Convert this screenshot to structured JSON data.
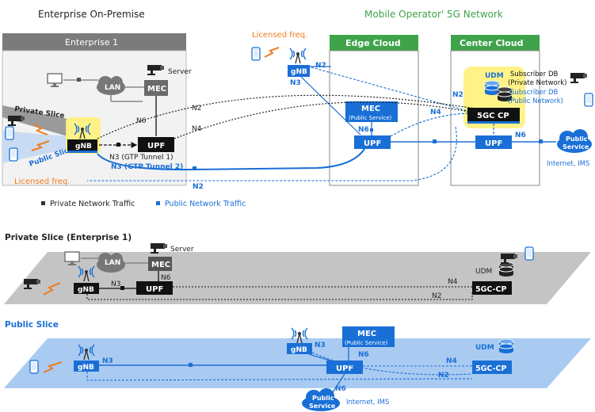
{
  "top": {
    "left_title": "Enterprise On-Premise",
    "right_title": "Mobile Operator' 5G Network",
    "enterprise_label": "Enterprise 1",
    "edge_cloud": "Edge Cloud",
    "center_cloud": "Center Cloud",
    "licensed_freq_top": "Licensed freq.",
    "licensed_freq_left": "Licensed freq.",
    "private_slice": "Private Slice",
    "public_slice": "Public Slice",
    "lan": "LAN",
    "mec": "MEC",
    "server": "Server",
    "upf": "UPF",
    "gnb": "gNB",
    "n2": "N2",
    "n3": "N3",
    "n4": "N4",
    "n6": "N6",
    "n3_tunnel1": "N3 (GTP Tunnel 1)",
    "n3_tunnel2": "N3 (GTP Tunnel 2)",
    "mec_public": "MEC",
    "mec_public_sub": "(Public Service)",
    "udm": "UDM",
    "sub_db": "Subscriber DB",
    "sub_db_private": "(Private Network)",
    "sub_db_public_1": "Subscriber DB",
    "sub_db_public_2": "(Public Network)",
    "cp": "5GC CP",
    "public_service_1": "Public",
    "public_service_2": "Service",
    "internet": "Internet, IMS"
  },
  "legend": {
    "private": "Private Network Traffic",
    "public": "Public Network Traffic"
  },
  "private_plane": {
    "title": "Private Slice (Enterprise 1)",
    "lan": "LAN",
    "mec": "MEC",
    "server": "Server",
    "gnb": "gNB",
    "upf": "UPF",
    "n3": "N3",
    "n6": "N6",
    "n4": "N4",
    "n2": "N2",
    "udm": "UDM",
    "cp": "5GC-CP"
  },
  "public_plane": {
    "title": "Public Slice",
    "gnb_left": "gNB",
    "gnb_mid": "gNB",
    "n3_left": "N3",
    "n3_mid": "N3",
    "mec": "MEC",
    "mec_sub": "(Public Service)",
    "n6_mec": "N6",
    "upf": "UPF",
    "n4": "N4",
    "n2": "N2",
    "n6_down": "N6",
    "udm": "UDM",
    "cp": "5GC-CP",
    "public_service_1": "Public",
    "public_service_2": "Service",
    "internet": "Internet, IMS"
  },
  "colors": {
    "blue": "#1a6fd6",
    "dark": "#111111",
    "green": "#3ea34a",
    "orange": "#f07c1e",
    "grey_plane": "#c4c4c4",
    "blue_plane": "#a9cbf2",
    "highlight": "#fff27a"
  }
}
